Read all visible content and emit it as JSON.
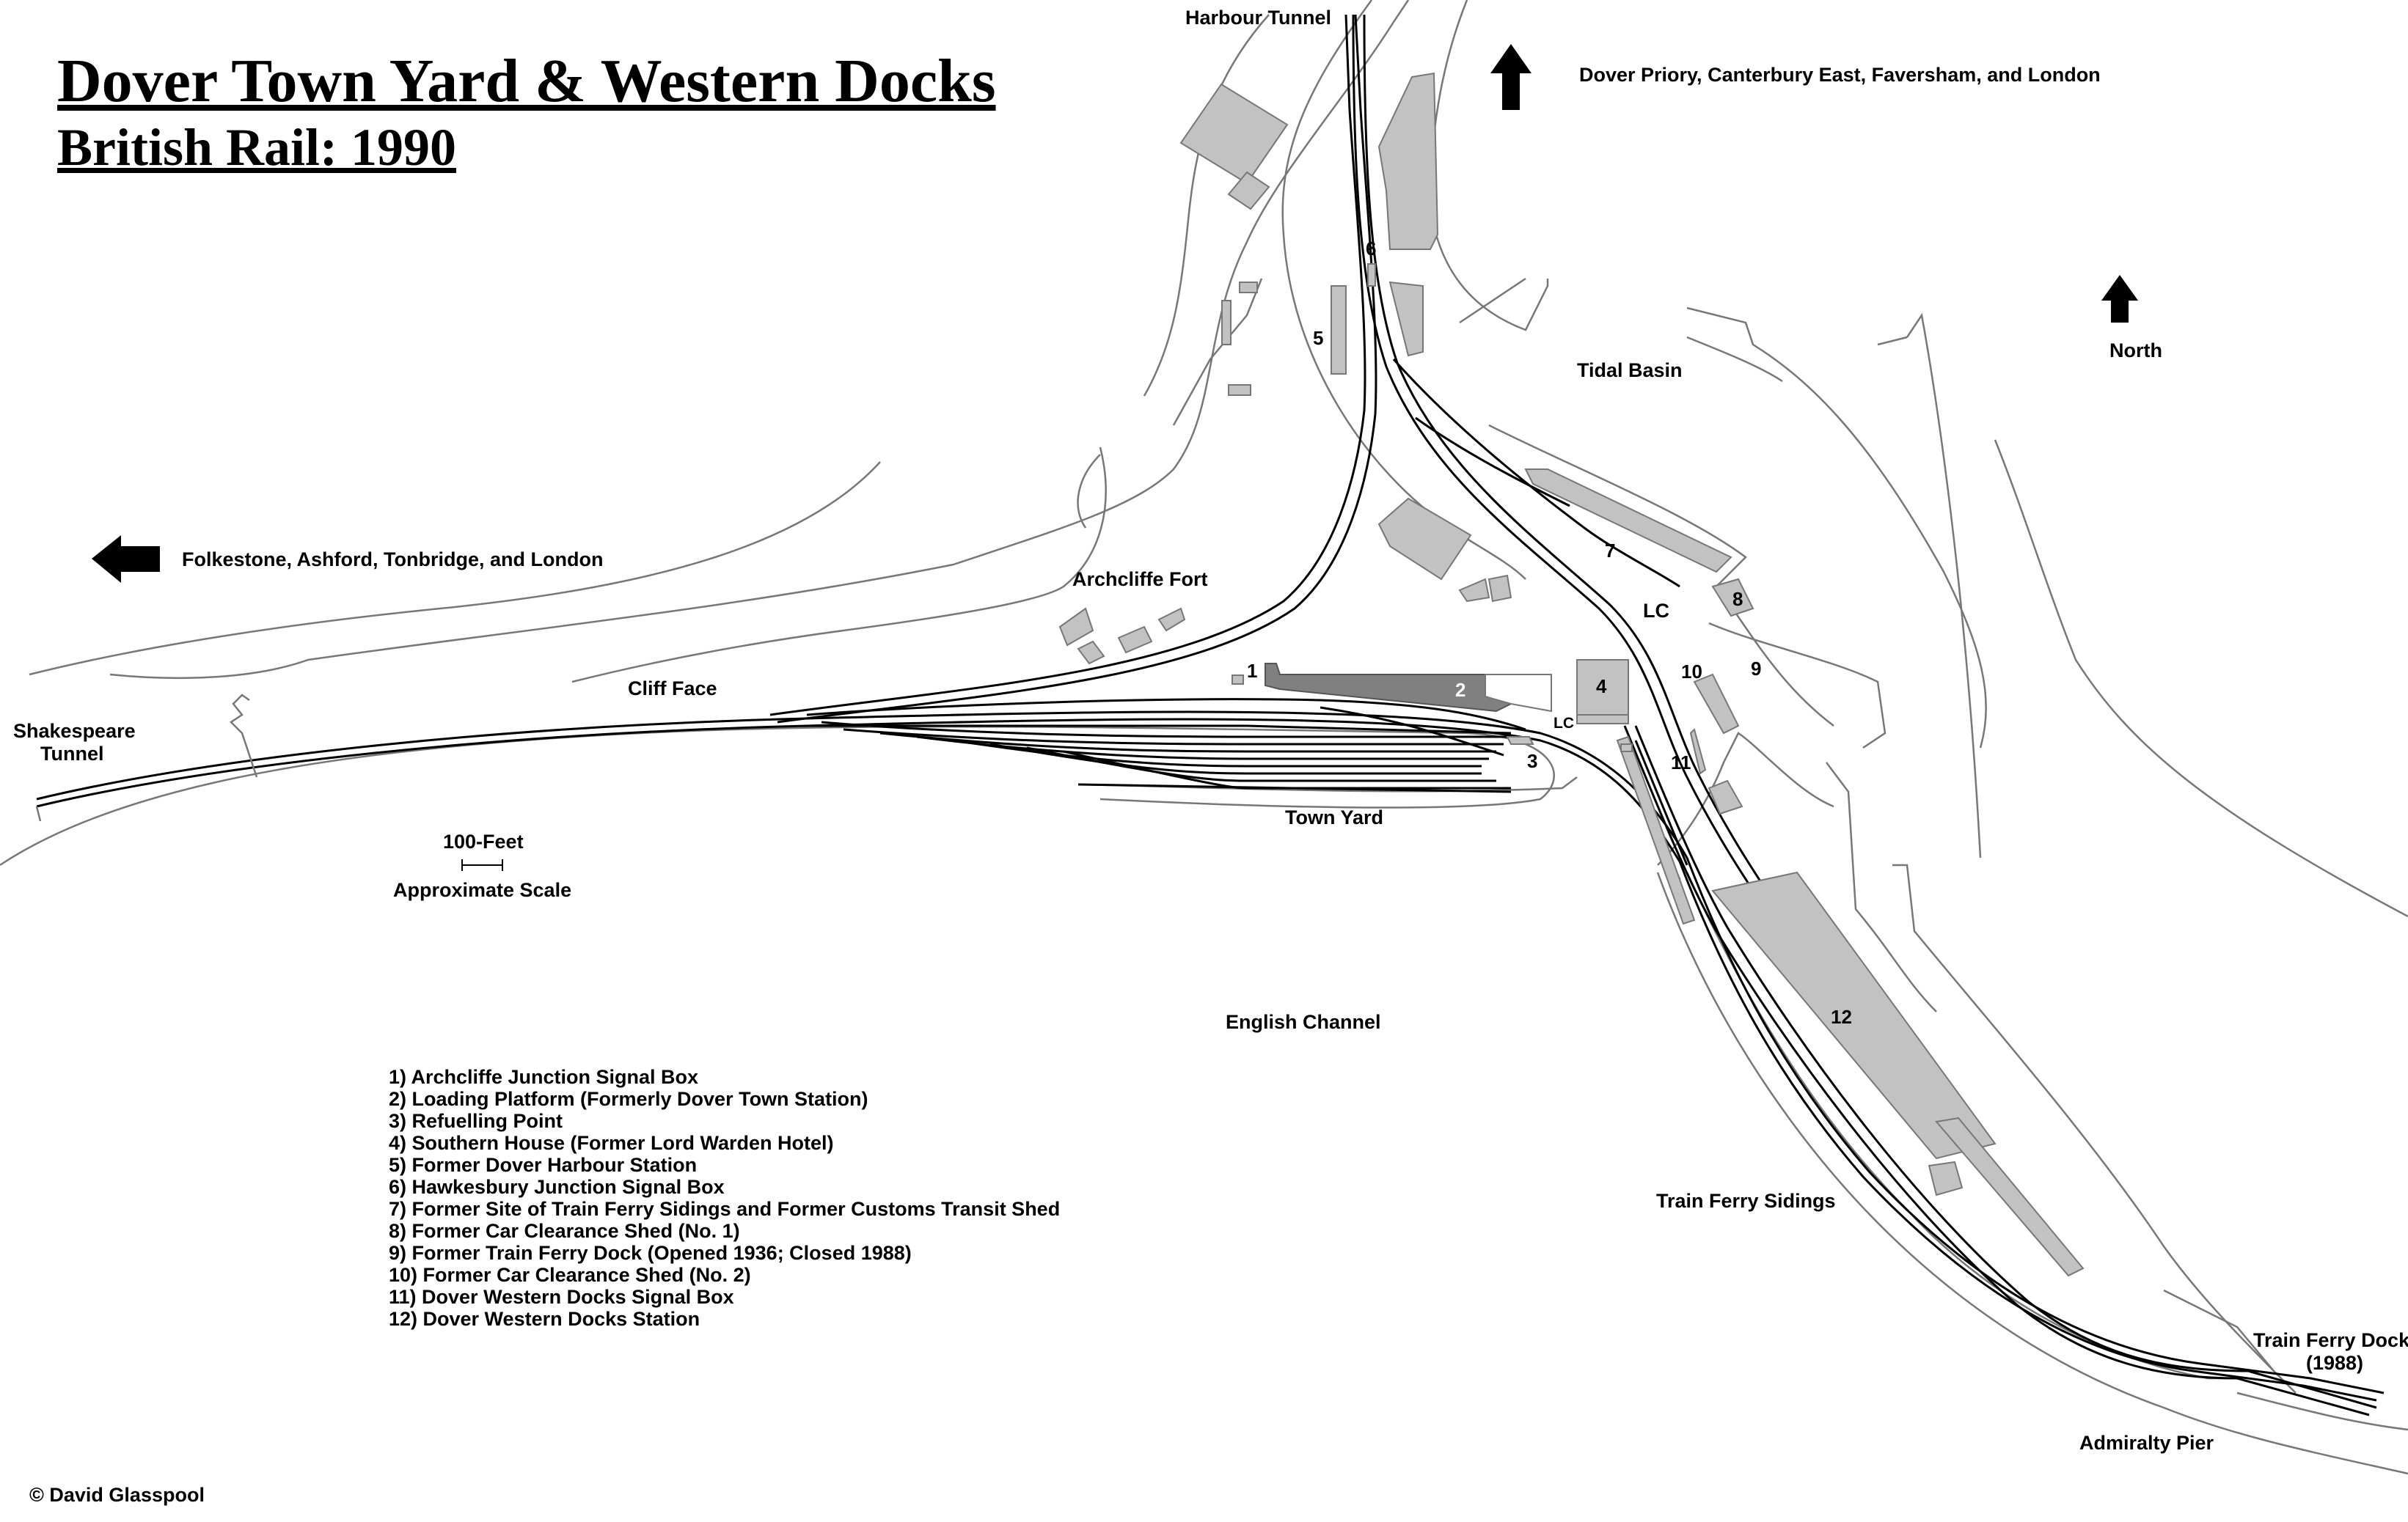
{
  "title": "Dover Town Yard & Western Docks",
  "subtitle": "British Rail: 1990",
  "labels": {
    "harbour_tunnel": "Harbour Tunnel",
    "to_london_east": "Dover Priory, Canterbury East, Faversham, and London",
    "north": "North",
    "tidal_basin": "Tidal Basin",
    "to_london_west": "Folkestone, Ashford, Tonbridge, and London",
    "archcliffe_fort": "Archcliffe Fort",
    "cliff_face": "Cliff Face",
    "shakespeare_tunnel_1": "Shakespeare",
    "shakespeare_tunnel_2": "Tunnel",
    "town_yard": "Town Yard",
    "scale_value": "100-Feet",
    "scale_caption": "Approximate Scale",
    "english_channel": "English Channel",
    "train_ferry_sidings": "Train Ferry Sidings",
    "train_ferry_dock_1": "Train Ferry Dock",
    "train_ferry_dock_2": "(1988)",
    "admiralty_pier": "Admiralty Pier",
    "lc_main": "LC",
    "lc_small": "LC"
  },
  "markers": [
    "1",
    "2",
    "3",
    "4",
    "5",
    "6",
    "7",
    "8",
    "9",
    "10",
    "11",
    "12"
  ],
  "legend": [
    "1) Archcliffe Junction Signal Box",
    "2) Loading Platform (Formerly Dover Town Station)",
    "3) Refuelling Point",
    "4) Southern House (Former Lord Warden Hotel)",
    "5) Former Dover Harbour Station",
    "6) Hawkesbury Junction Signal Box",
    "7) Former Site of Train Ferry Sidings and Former Customs Transit Shed",
    "8) Former Car Clearance Shed (No. 1)",
    "9) Former Train Ferry Dock (Opened 1936; Closed 1988)",
    "10) Former Car Clearance Shed (No. 2)",
    "11) Dover Western Docks Signal Box",
    "12) Dover Western Docks Station"
  ],
  "credit": "© David Glasspool",
  "colors": {
    "building": "#c2c2c2",
    "platform_dark": "#808080",
    "coast": "#777777",
    "track": "#000000"
  }
}
